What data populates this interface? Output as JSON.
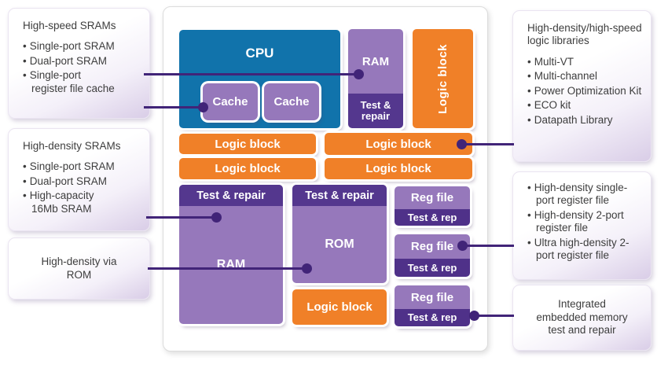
{
  "colors": {
    "cpu_blue": "#1173ab",
    "purple_light": "#9678bb",
    "purple_dark": "#54378e",
    "purple_strip": "#4f3189",
    "orange": "#f08028",
    "connector_line": "#412478",
    "callout_lavender": "#d9cde7"
  },
  "callouts": {
    "high_speed_srams": {
      "title": "High-speed SRAMs",
      "items": [
        "Single-port SRAM",
        "Dual-port SRAM",
        "Single-port register file cache"
      ]
    },
    "high_density_srams": {
      "title": "High-density SRAMs",
      "items": [
        "Single-port SRAM",
        "Dual-port SRAM",
        "High-capacity 16Mb SRAM"
      ]
    },
    "via_rom": {
      "text": "High-density via ROM"
    },
    "logic_libraries": {
      "title": "High-density/high-speed logic libraries",
      "items": [
        "Multi-VT",
        "Multi-channel",
        "Power Optimization Kit",
        "ECO kit",
        "Datapath Library"
      ]
    },
    "register_files": {
      "items": [
        "High-density single-port register file",
        "High-density 2-port register file",
        "Ultra high-density 2-port register file"
      ]
    },
    "test_and_repair": {
      "text": "Integrated embedded memory test and repair"
    }
  },
  "chip": {
    "cpu_label": "CPU",
    "cache_label_1": "Cache",
    "cache_label_2": "Cache",
    "ram_top": {
      "label": "RAM",
      "sub": "Test & repair"
    },
    "logic_vertical_label": "Logic block",
    "logic_row_labels": [
      "Logic block",
      "Logic block",
      "Logic block",
      "Logic block"
    ],
    "ram_main": {
      "header": "Test & repair",
      "label": "RAM"
    },
    "rom": {
      "header": "Test & repair",
      "label": "ROM"
    },
    "logic_bottom_label": "Logic block",
    "reg_files": [
      {
        "label": "Reg file",
        "sub": "Test & rep"
      },
      {
        "label": "Reg file",
        "sub": "Test & rep"
      },
      {
        "label": "Reg file",
        "sub": "Test & rep"
      }
    ]
  }
}
